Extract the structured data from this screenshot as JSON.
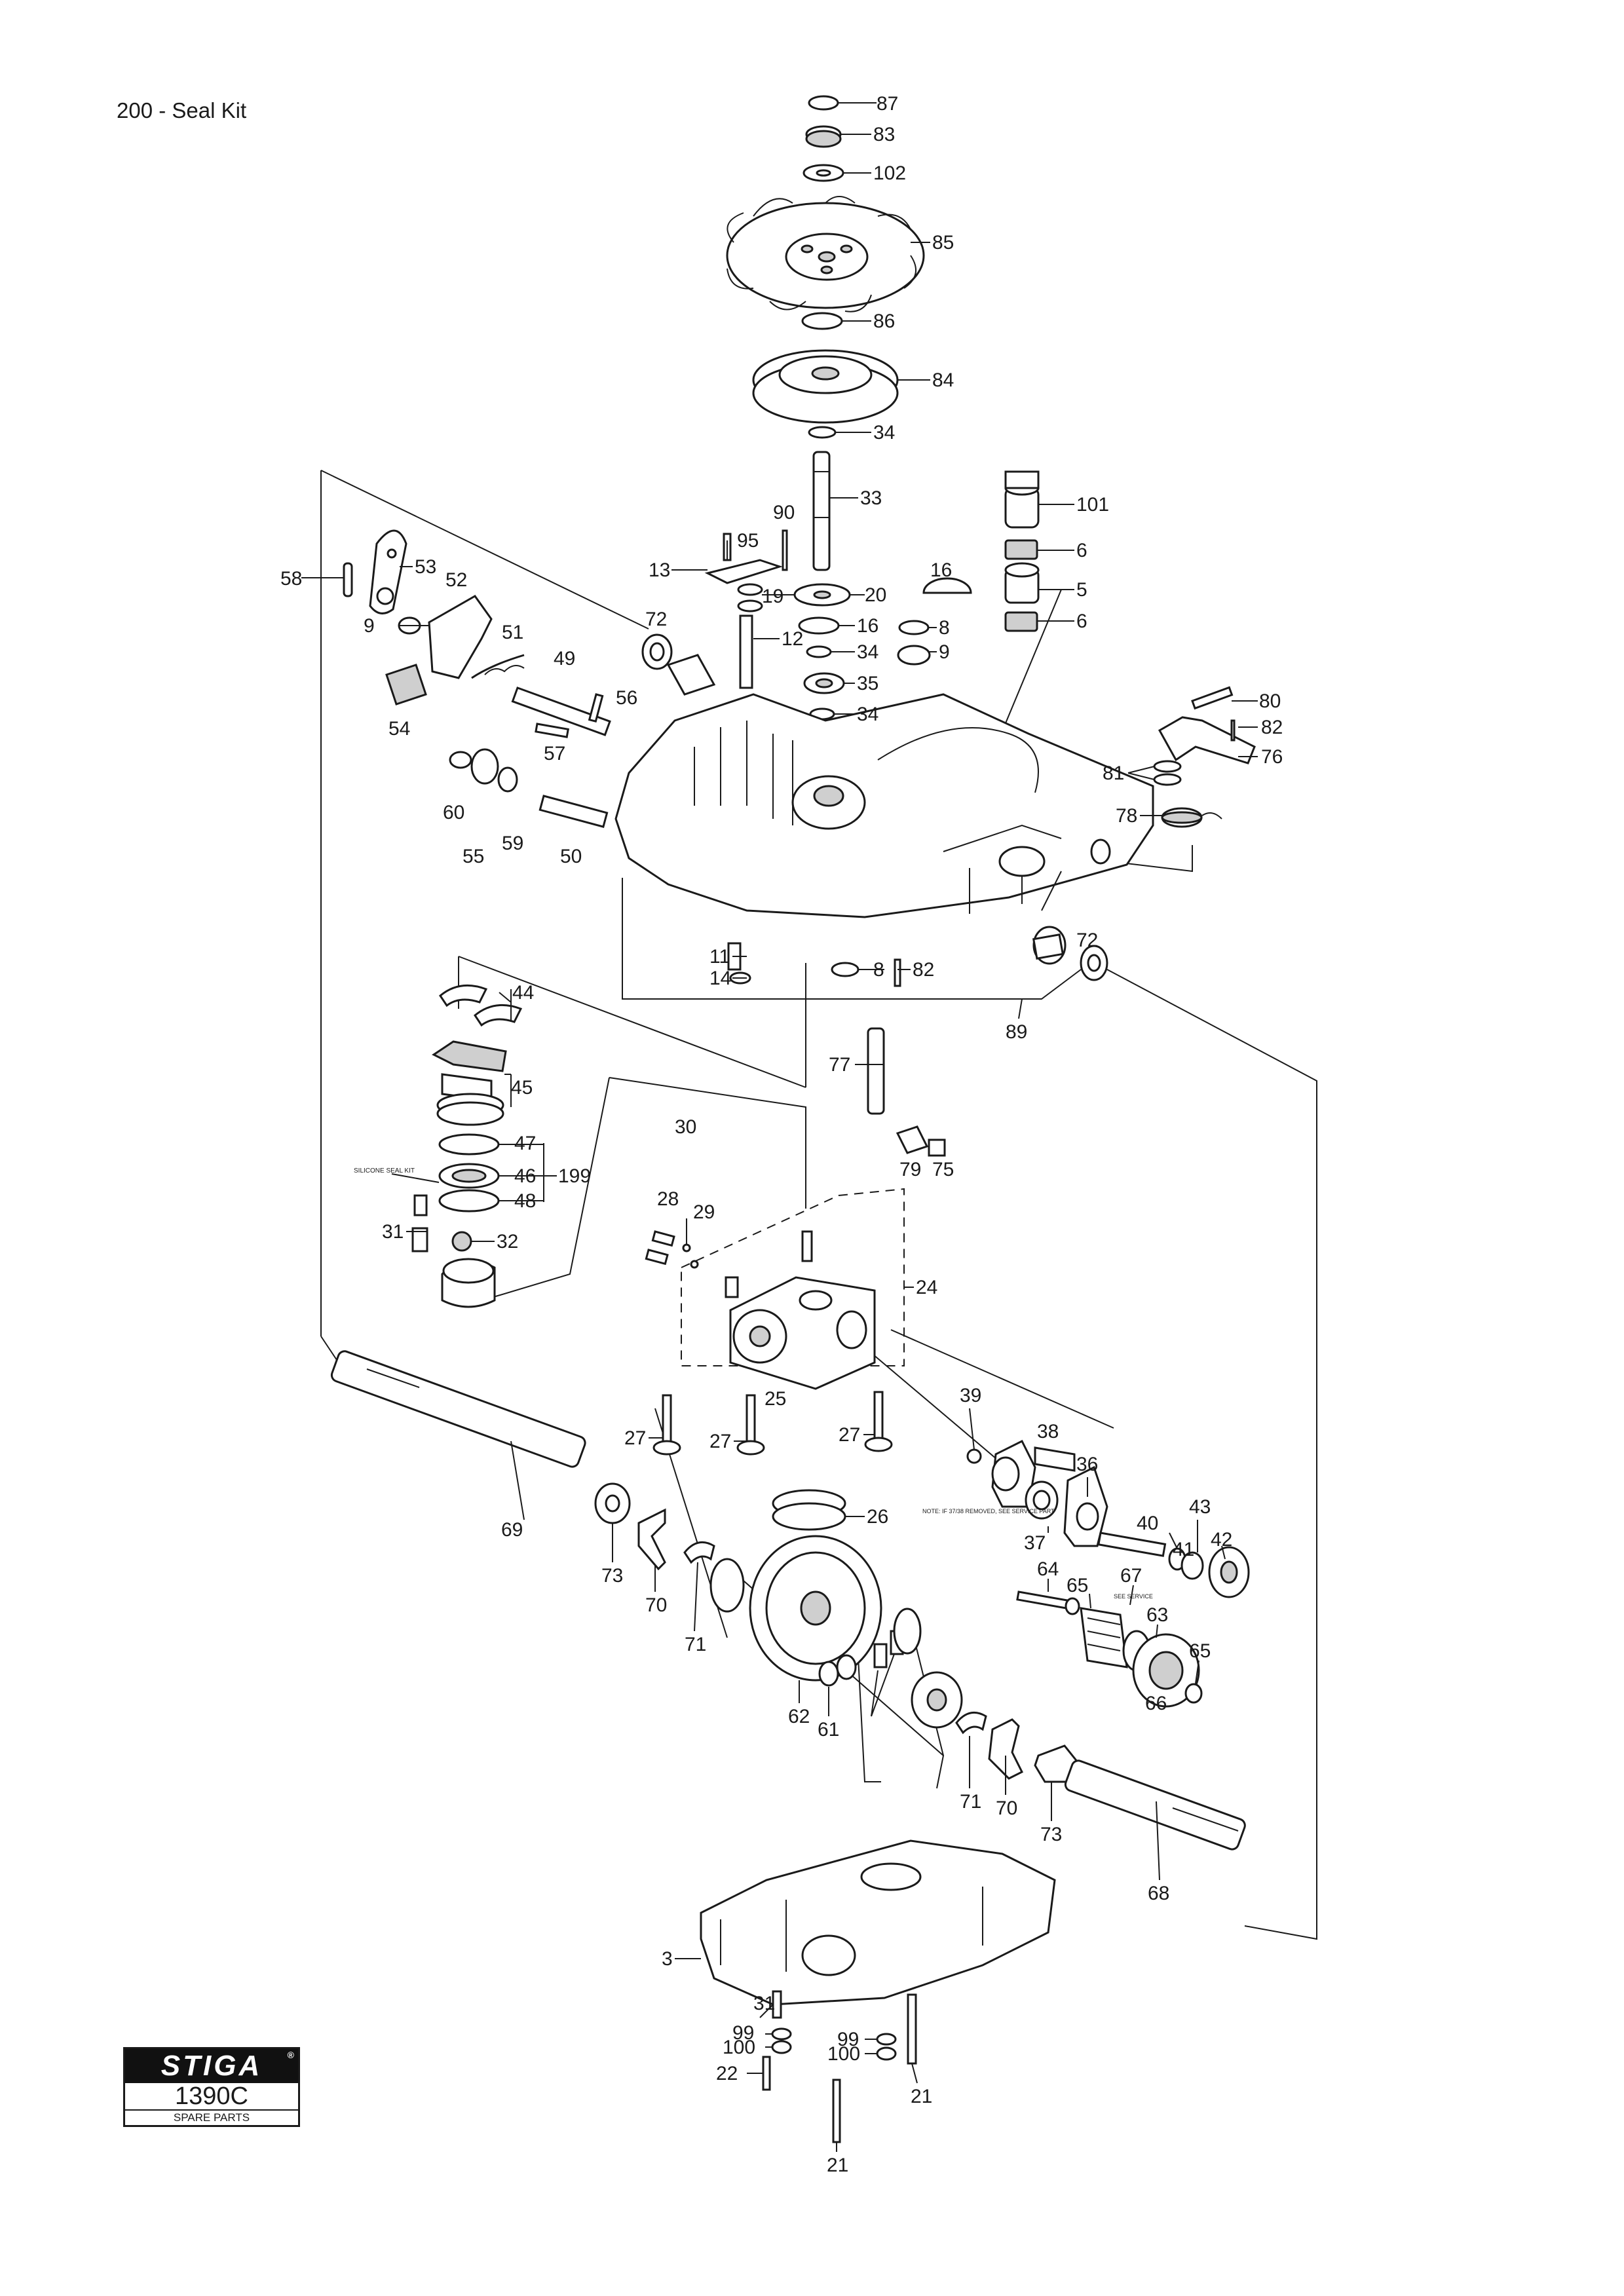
{
  "page": {
    "title": "200 - Seal Kit"
  },
  "logo": {
    "brand": "STIGA",
    "registered": "®",
    "model": "1390C",
    "subtitle": "SPARE PARTS"
  },
  "callouts": [
    "87",
    "83",
    "102",
    "85",
    "86",
    "84",
    "34",
    "33",
    "101",
    "6",
    "5",
    "6",
    "90",
    "95",
    "13",
    "16",
    "19",
    "20",
    "16",
    "8",
    "12",
    "34",
    "9",
    "35",
    "34",
    "58",
    "53",
    "52",
    "9",
    "51",
    "49",
    "56",
    "57",
    "54",
    "60",
    "55",
    "59",
    "50",
    "72",
    "80",
    "82",
    "76",
    "81",
    "78",
    "11",
    "14",
    "8",
    "82",
    "72",
    "89",
    "44",
    "45",
    "47",
    "46",
    "48",
    "199",
    "31",
    "32",
    "77",
    "79",
    "75",
    "30",
    "28",
    "29",
    "24",
    "25",
    "27",
    "27",
    "27",
    "39",
    "38",
    "36",
    "37",
    "40",
    "41",
    "43",
    "42",
    "64",
    "65",
    "67",
    "63",
    "65",
    "66",
    "69",
    "73",
    "70",
    "71",
    "26",
    "62",
    "61",
    "71",
    "70",
    "73",
    "68",
    "3",
    "31",
    "99",
    "100",
    "99",
    "100",
    "22",
    "21",
    "21"
  ],
  "notes": {
    "note_46": "SILICONE SEAL KIT",
    "note_37": "NOTE: IF 37/38 REMOVED, SEE SERVICE PART",
    "note_42": "SEE SERVICE"
  }
}
